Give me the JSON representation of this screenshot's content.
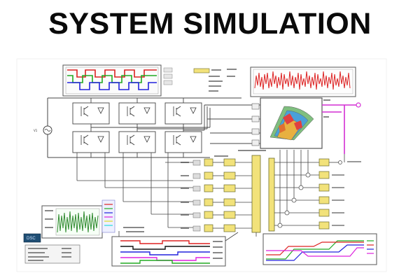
{
  "title": "SYSTEM SIMULATION",
  "source_label": "V1",
  "panel_button_label": "DSC",
  "colors": {
    "wire": "#444444",
    "block_yellow": "#f2e27a",
    "block_border": "#6b6b2a",
    "magenta_link": "#d42ed4",
    "scope_green": "#2f8a2f",
    "scope_red": "#d81e1e",
    "wave_red": "#d22",
    "wave_green": "#2a2",
    "wave_blue": "#22d"
  },
  "icons": [
    "voltage-source-icon",
    "igbt-switch-icon",
    "motor-model-icon",
    "output-terminal-icon"
  ]
}
